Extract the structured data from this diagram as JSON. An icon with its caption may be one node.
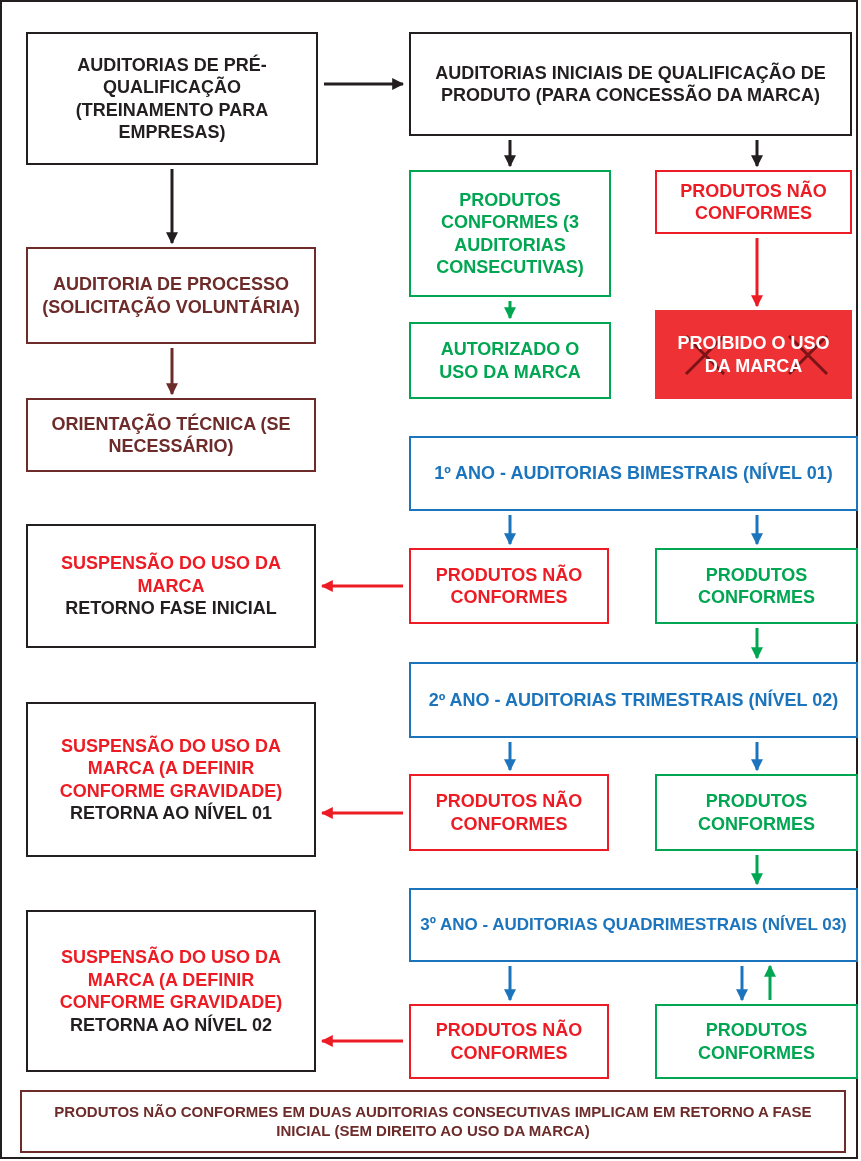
{
  "diagram": {
    "nodes": [
      {
        "text": [
          "AUDITORIAS DE PRÉ-QUALIFICAÇÃO (TREINAMENTO PARA EMPRESAS)"
        ]
      },
      {
        "text": [
          "AUDITORIAS INICIAIS DE QUALIFICAÇÃO DE PRODUTO (PARA CONCESSÃO DA MARCA)"
        ]
      },
      {
        "text": [
          "PRODUTOS CONFORMES (3 AUDITORIAS CONSECUTIVAS)"
        ]
      },
      {
        "text": [
          "PRODUTOS NÃO CONFORMES"
        ]
      },
      {
        "text": [
          "AUDITORIA DE PROCESSO (SOLICITAÇÃO VOLUNTÁRIA)"
        ]
      },
      {
        "text": [
          "AUTORIZADO O USO DA MARCA"
        ]
      },
      {
        "text": [
          "PROIBIDO O USO DA MARCA"
        ]
      },
      {
        "text": [
          "ORIENTAÇÃO TÉCNICA (SE NECESSÁRIO)"
        ]
      },
      {
        "text": [
          "1º ANO - AUDITORIAS BIMESTRAIS (NÍVEL 01)"
        ]
      },
      {
        "text": [
          "SUSPENSÃO DO USO DA MARCA",
          "RETORNO FASE INICIAL"
        ]
      },
      {
        "text": [
          "PRODUTOS NÃO CONFORMES"
        ]
      },
      {
        "text": [
          "PRODUTOS CONFORMES"
        ]
      },
      {
        "text": [
          "2º ANO - AUDITORIAS TRIMESTRAIS (NÍVEL 02)"
        ]
      },
      {
        "text": [
          "SUSPENSÃO DO USO DA MARCA (A DEFINIR CONFORME GRAVIDADE)",
          "RETORNA AO NÍVEL 01"
        ]
      },
      {
        "text": [
          "PRODUTOS NÃO CONFORMES"
        ]
      },
      {
        "text": [
          "PRODUTOS CONFORMES"
        ]
      },
      {
        "text": [
          "3º ANO - AUDITORIAS QUADRIMESTRAIS (NÍVEL 03)"
        ]
      },
      {
        "text": [
          "SUSPENSÃO DO USO DA MARCA (A DEFINIR CONFORME GRAVIDADE)",
          "RETORNA AO NÍVEL 02"
        ]
      },
      {
        "text": [
          "PRODUTOS NÃO CONFORMES"
        ]
      },
      {
        "text": [
          "PRODUTOS CONFORMES"
        ]
      },
      {
        "text": [
          "PRODUTOS NÃO CONFORMES EM DUAS AUDITORIAS CONSECUTIVAS IMPLICAM EM RETORNO A FASE INICIAL (SEM DIREITO AO USO DA MARCA)"
        ]
      }
    ],
    "edges": [
      {
        "from": 0,
        "to": 1,
        "arrow": "to",
        "color": "#231f20"
      },
      {
        "from": 0,
        "to": 4,
        "arrow": "to",
        "color": "#231f20"
      },
      {
        "from": 1,
        "to": 2,
        "arrow": "to",
        "color": "#231f20"
      },
      {
        "from": 1,
        "to": 3,
        "arrow": "to",
        "color": "#231f20"
      },
      {
        "from": 2,
        "to": 5,
        "arrow": "to",
        "color": "#00a651"
      },
      {
        "from": 3,
        "to": 6,
        "arrow": "to",
        "color": "#ed1c24"
      },
      {
        "from": 4,
        "to": 7,
        "arrow": "to",
        "color": "#6d2b2a"
      },
      {
        "from": 8,
        "to": 10,
        "arrow": "to"
      },
      {
        "from": 8,
        "to": 11,
        "arrow": "to"
      },
      {
        "from": 10,
        "to": 9,
        "arrow": "to",
        "color": "#ed1c24"
      },
      {
        "from": 11,
        "to": 12,
        "arrow": "to",
        "color": "#00a651"
      },
      {
        "from": 12,
        "to": 14,
        "arrow": "to"
      },
      {
        "from": 12,
        "to": 15,
        "arrow": "to"
      },
      {
        "from": 14,
        "to": 13,
        "arrow": "to",
        "color": "#ed1c24"
      },
      {
        "from": 15,
        "to": 16,
        "arrow": "to",
        "color": "#00a651"
      },
      {
        "from": 16,
        "to": 18,
        "arrow": "to"
      },
      {
        "from": 16,
        "to": 19,
        "arrow": "to"
      },
      {
        "from": 19,
        "to": 16,
        "arrow": "to",
        "color": "#00a651"
      },
      {
        "from": 18,
        "to": 17,
        "arrow": "to",
        "color": "#ed1c24"
      }
    ]
  }
}
